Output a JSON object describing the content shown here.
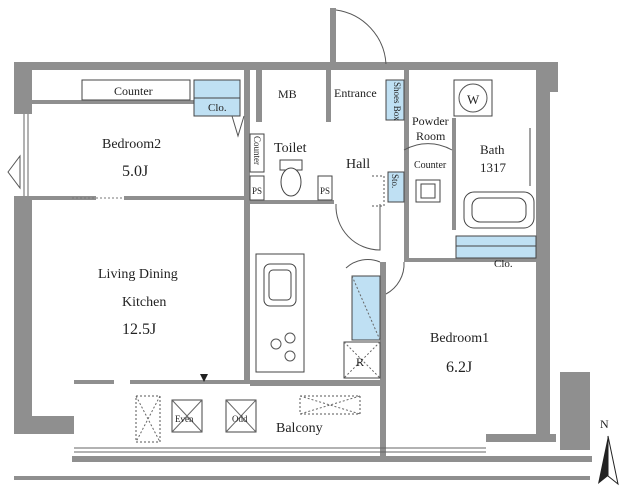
{
  "rooms": {
    "bedroom2": {
      "name": "Bedroom2",
      "size": "5.0J"
    },
    "living": {
      "name_line1": "Living Dining",
      "name_line2": "Kitchen",
      "size": "12.5J"
    },
    "bedroom1": {
      "name": "Bedroom1",
      "size": "6.2J"
    },
    "bath": {
      "name": "Bath",
      "size": "1317"
    },
    "powder": {
      "line1": "Powder",
      "line2": "Room"
    },
    "toilet": "Toilet",
    "hall": "Hall",
    "entrance": "Entrance",
    "mb": "MB",
    "balcony": "Balcony"
  },
  "labels": {
    "counter_top": "Counter",
    "counter_toilet": "Counter",
    "counter_powder": "Counter",
    "clo_bedroom2": "Clo.",
    "clo_bedroom1": "Clo.",
    "shoes_box": "Shoes Box",
    "sto": "Sto.",
    "ps_left": "PS",
    "ps_right": "PS",
    "washer": "W",
    "refrigerator": "R",
    "even": "Even",
    "odd": "Odd",
    "north": "N"
  },
  "colors": {
    "wall": "#8f8f8f",
    "storage": "#bfe0f3",
    "line": "#444444"
  }
}
